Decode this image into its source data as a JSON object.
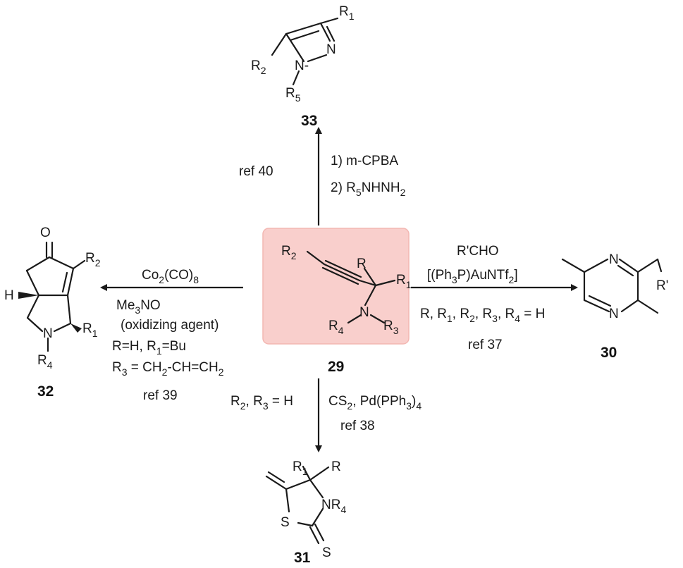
{
  "colors": {
    "highlight_box": "#f9cfcc",
    "highlight_border": "#f3b7b2",
    "ink": "#1a1a1a"
  },
  "compound_29": {
    "number": "29",
    "labels": {
      "r2": "R",
      "r2_sub": "2",
      "r": "R",
      "r1": "R",
      "r1_sub": "1",
      "n": "N",
      "r4": "R",
      "r4_sub": "4",
      "r3": "R",
      "r3_sub": "3"
    }
  },
  "compound_33": {
    "number": "33",
    "labels": {
      "r1": "R",
      "r1_sub": "1",
      "n2": "N",
      "r2": "R",
      "r2_sub": "2",
      "n1": "N",
      "dash": "-",
      "r5": "R",
      "r5_sub": "5"
    }
  },
  "compound_30": {
    "number": "30",
    "labels": {
      "n_top": "N",
      "n_bottom": "N",
      "r_prime": "R'"
    }
  },
  "compound_32": {
    "number": "32",
    "labels": {
      "o": "O",
      "r2": "R",
      "r2_sub": "2",
      "h": "H",
      "n": "N",
      "r1": "R",
      "r1_sub": "1",
      "r4": "R",
      "r4_sub": "4"
    }
  },
  "compound_31": {
    "number": "31",
    "labels": {
      "r1": "R",
      "r1_sub": "1",
      "r": "R",
      "n": "NR",
      "n_sub": "4",
      "s_ring": "S",
      "s_exo": "S"
    }
  },
  "reaction_33": {
    "step1": "1) m-CPBA",
    "step2_prefix": "2) R",
    "step2_sub": "5",
    "step2_rest": "NHNH",
    "step2_sub2": "2",
    "ref": "ref 40"
  },
  "reaction_30": {
    "reagent1": "R'CHO",
    "catalyst_open": "[(Ph",
    "catalyst_sub1": "3",
    "catalyst_mid": "P)AuNTf",
    "catalyst_sub2": "2",
    "catalyst_close": "]",
    "cond_r": "R, R",
    "cond_sub1": "1",
    "cond_r2": ", R",
    "cond_sub2": "2",
    "cond_r3": ", R",
    "cond_sub3": "3",
    "cond_r4": ", R",
    "cond_sub4": "4",
    "cond_end": " = H",
    "ref": "ref 37"
  },
  "reaction_32": {
    "reagent_co": "Co",
    "reagent_co_sub": "2",
    "reagent_co_mid": "(CO)",
    "reagent_co_sub2": "8",
    "reagent_me": "Me",
    "reagent_me_sub": "3",
    "reagent_me_end": "NO",
    "reagent_note": "(oxidizing agent)",
    "cond1_a": "R=H, R",
    "cond1_sub": "1",
    "cond1_b": "=Bu",
    "cond2_a": "R",
    "cond2_sub": "3",
    "cond2_b": " = CH",
    "cond2_sub2": "2",
    "cond2_c": "-CH=CH",
    "cond2_sub3": "2",
    "ref": "ref 39"
  },
  "reaction_31": {
    "cond_a": "R",
    "cond_sub1": "2",
    "cond_b": ", R",
    "cond_sub2": "3",
    "cond_c": " = H",
    "reagent_a": "CS",
    "reagent_sub1": "2",
    "reagent_b": ", Pd(PPh",
    "reagent_sub2": "3",
    "reagent_c": ")",
    "reagent_sub3": "4",
    "ref": "ref 38"
  }
}
